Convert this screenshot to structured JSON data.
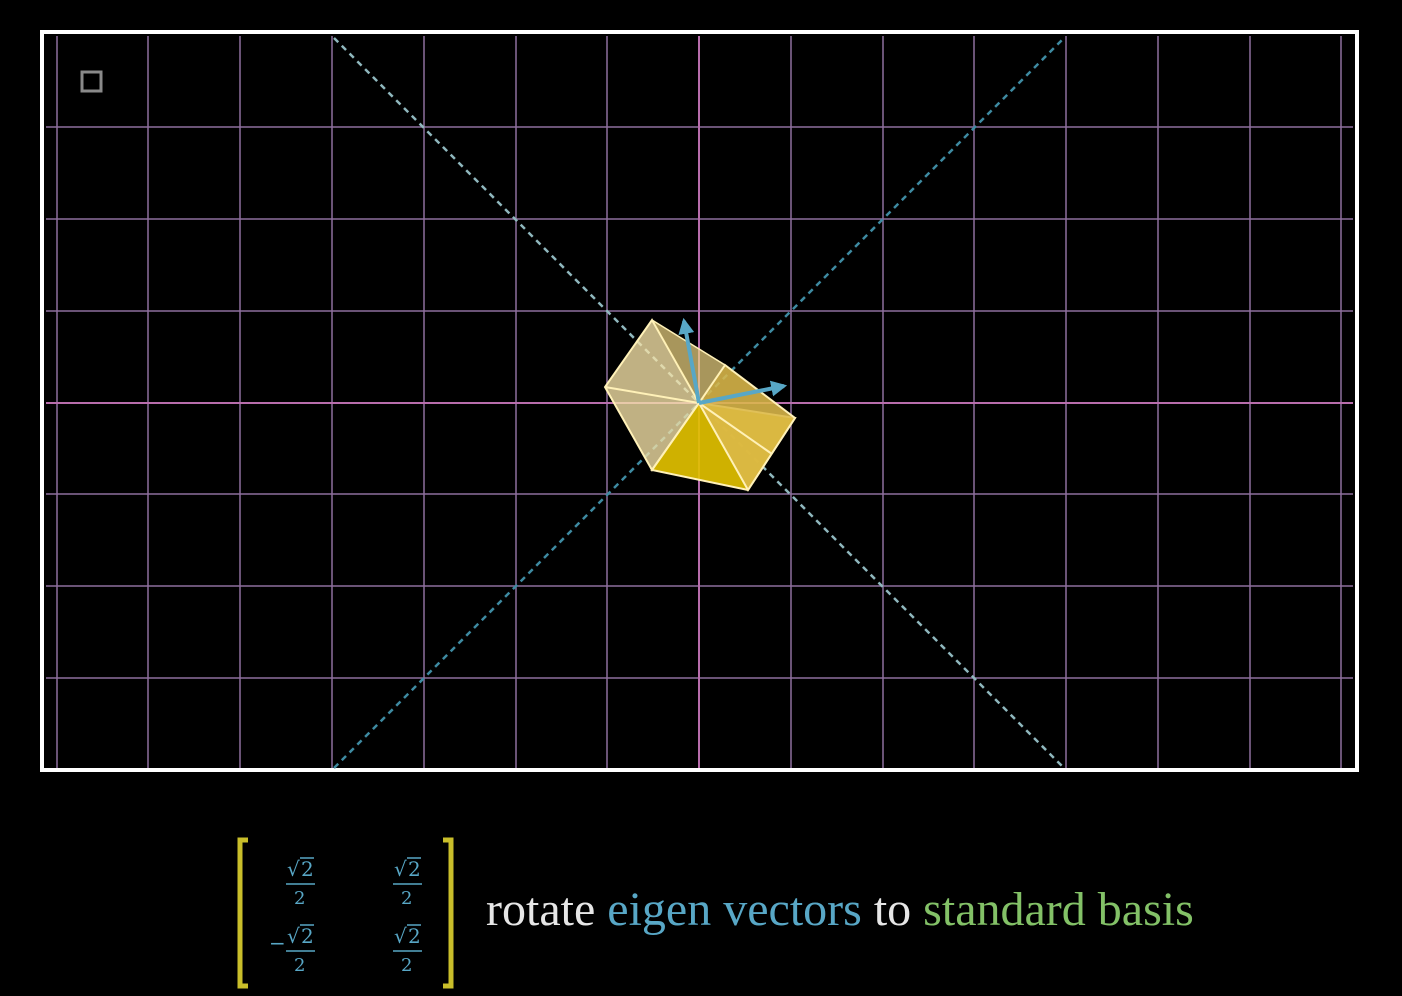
{
  "colors": {
    "background": "#000000",
    "frame": "#ffffff",
    "grid": "#8e6f9e",
    "axis": "#b86dac",
    "eigen": "#58a7c6",
    "standard": "#83c167",
    "bracket": "#c9be2a",
    "shape_fill": "#f1d54a",
    "text": "#e6e6e6"
  },
  "icons": {
    "corner": "square-outline-icon"
  },
  "matrix": {
    "cells": [
      {
        "sign": "",
        "radicand": "2",
        "denominator": "2"
      },
      {
        "sign": "",
        "radicand": "2",
        "denominator": "2"
      },
      {
        "sign": "−",
        "radicand": "2",
        "denominator": "2"
      },
      {
        "sign": "",
        "radicand": "2",
        "denominator": "2"
      }
    ]
  },
  "caption": {
    "word_rotate": "rotate",
    "word_eigen_vectors": "eigen vectors",
    "word_to": "to",
    "word_standard_basis": "standard basis"
  }
}
